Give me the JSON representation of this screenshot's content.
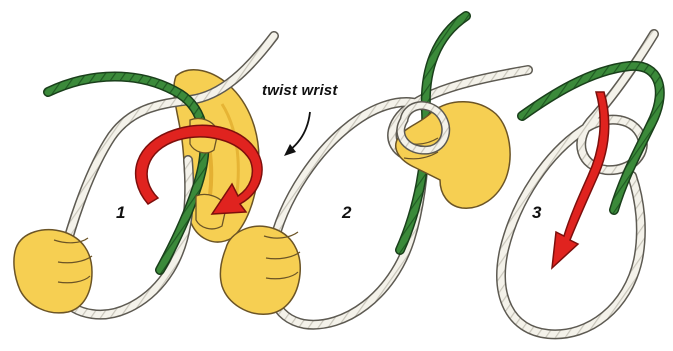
{
  "annotation": "twist wrist",
  "steps": [
    {
      "number": "1",
      "description": "hand holding green working end, twist wrist to form loop"
    },
    {
      "number": "2",
      "description": "loop formed around hand"
    },
    {
      "number": "3",
      "description": "green end threaded back through loop"
    }
  ],
  "colors": {
    "rope_white": "#f4f2ea",
    "rope_shadow": "#b9b7ad",
    "rope_green": "#3b8a3a",
    "rope_green_dark": "#1f5a22",
    "arrow_red": "#e0231f",
    "hand_fill": "#f6cf52",
    "hand_shadow": "#e0a82a",
    "outline": "#5a4a2a"
  }
}
